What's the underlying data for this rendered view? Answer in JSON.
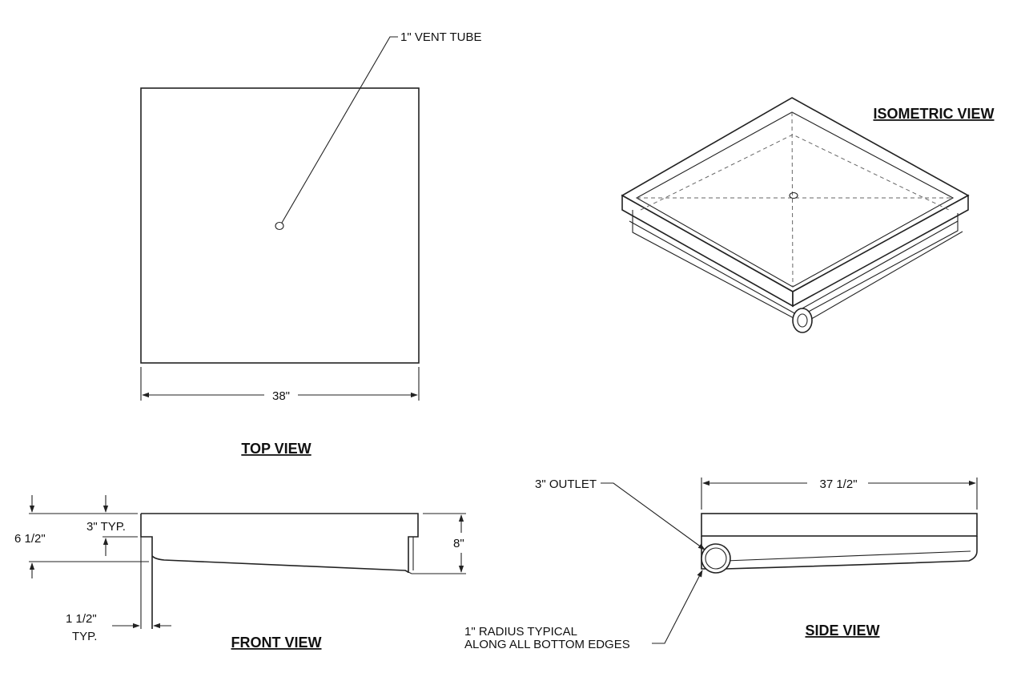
{
  "views": {
    "top": "TOP VIEW",
    "isometric": "ISOMETRIC VIEW",
    "front": "FRONT VIEW",
    "side": "SIDE VIEW"
  },
  "callouts": {
    "vent_tube": "1\" VENT TUBE",
    "outlet": "3\" OUTLET",
    "radius_line1": "1\" RADIUS TYPICAL",
    "radius_line2": "ALONG ALL BOTTOM EDGES"
  },
  "dimensions": {
    "top_width": "38\"",
    "side_length": "37 1/2\"",
    "overall_height": "8\"",
    "front_depth": "6 1/2\"",
    "lip": "3\" TYP.",
    "wall_line1": "1 1/2\"",
    "wall_line2": "TYP."
  }
}
